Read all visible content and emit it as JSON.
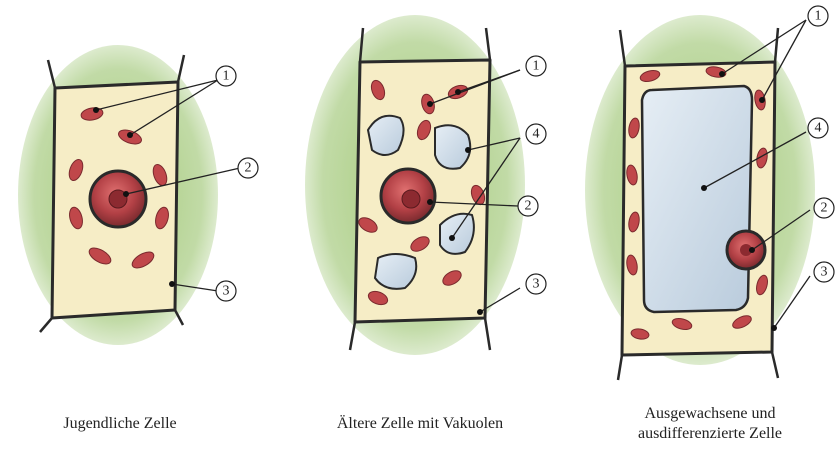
{
  "cells": [
    {
      "caption": "Jugendliche Zelle",
      "labels": [
        "1",
        "2",
        "3"
      ]
    },
    {
      "caption": "Ältere Zelle mit Vakuolen",
      "labels": [
        "1",
        "4",
        "2",
        "3"
      ]
    },
    {
      "caption_line1": "Ausgewachsene und",
      "caption_line2": "ausdifferenzierte Zelle",
      "labels": [
        "1",
        "4",
        "2",
        "3"
      ]
    }
  ],
  "colors": {
    "cytoplasm": "#f6edc6",
    "wall": "#2a2a2a",
    "plastid": "#c0474a",
    "nucleus": "#a23438",
    "vacuole": "#cfdde9",
    "halo": "#7fae52"
  }
}
